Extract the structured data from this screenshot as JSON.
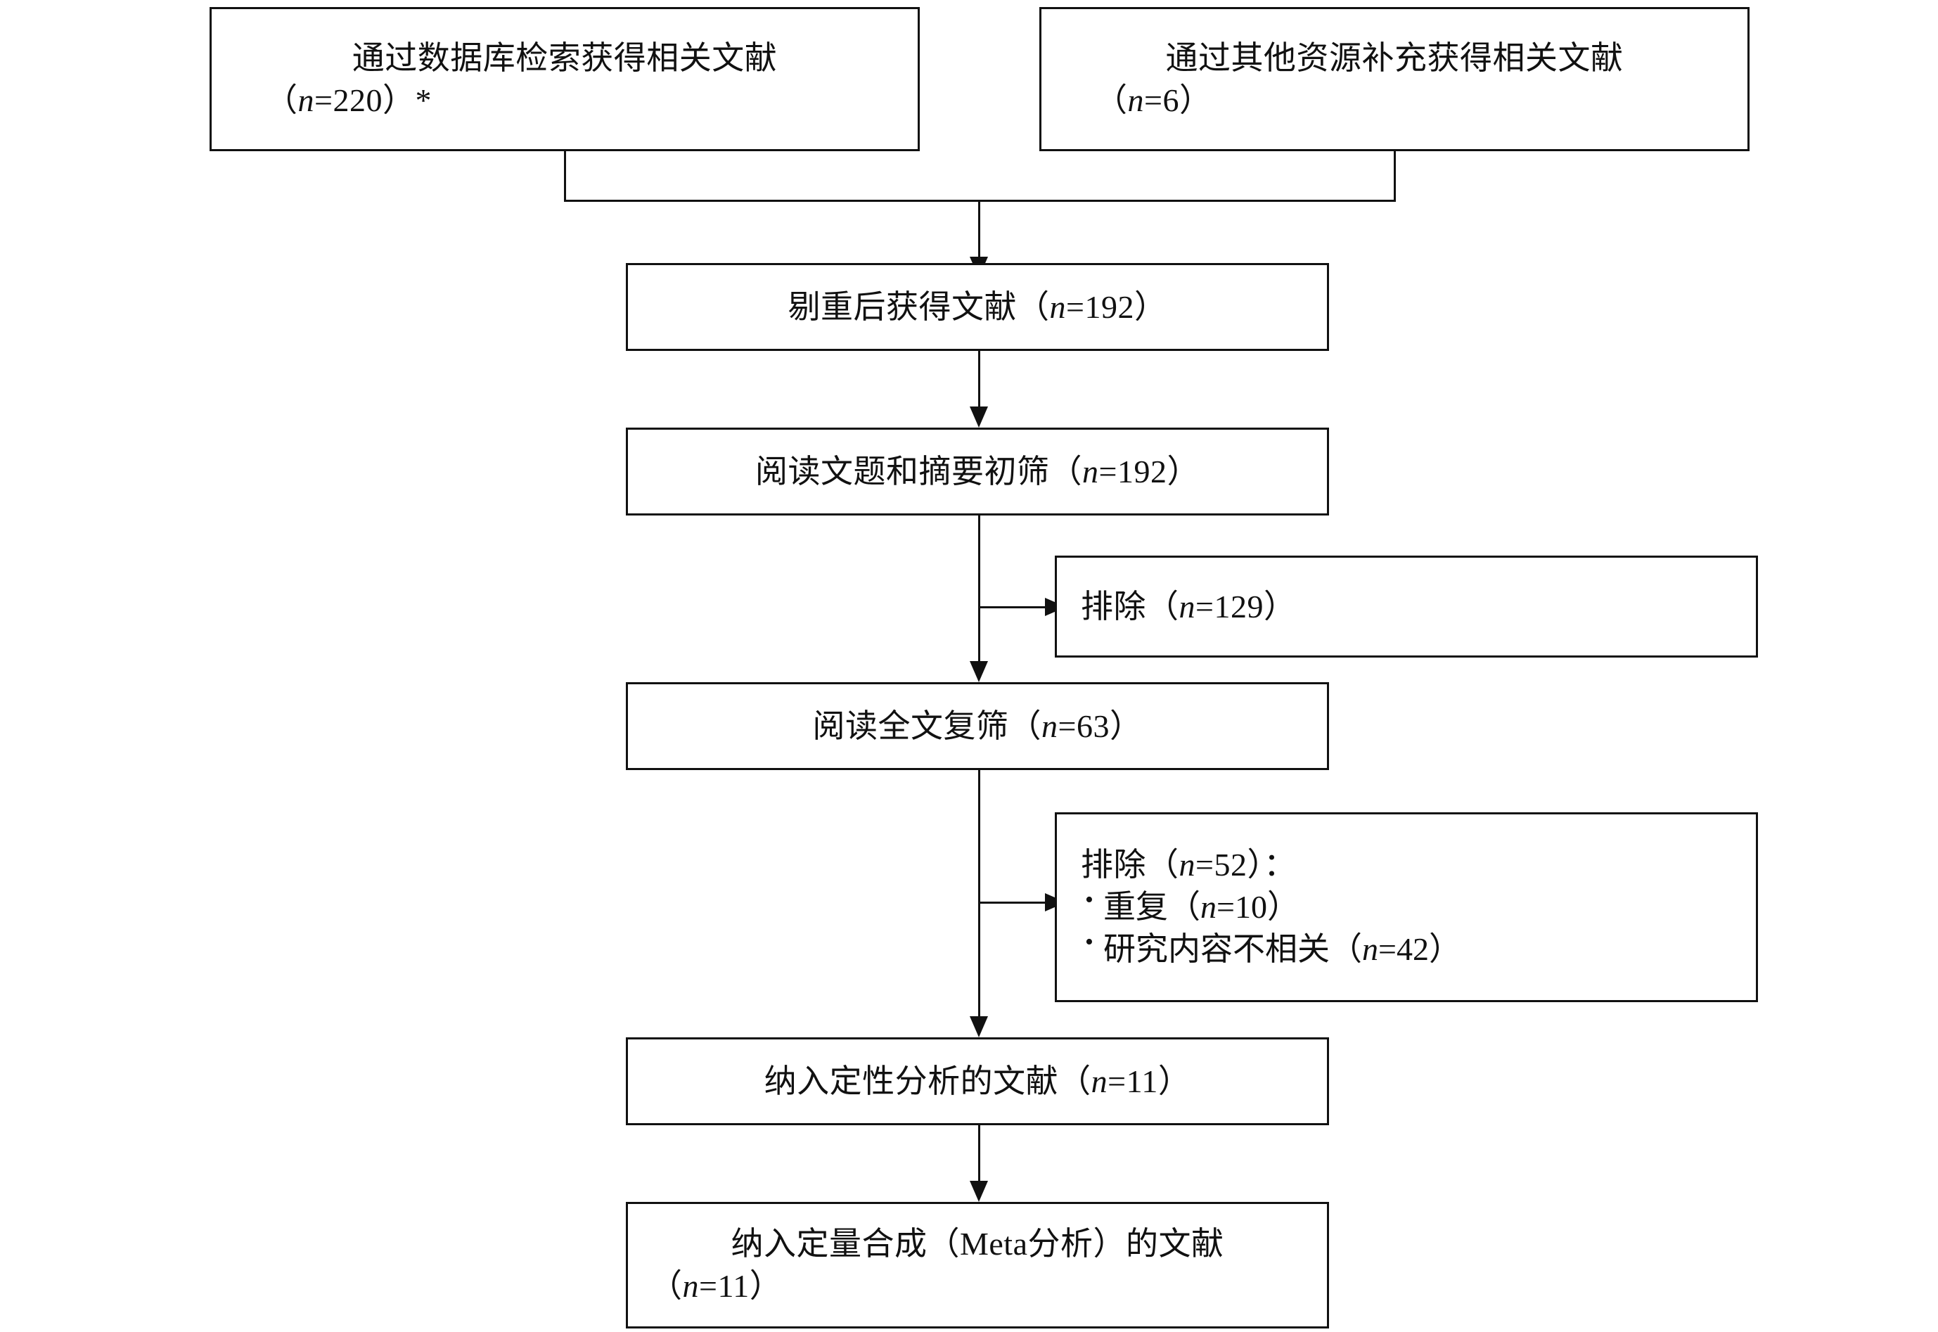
{
  "diagram": {
    "type": "prisma-flow-diagram",
    "language": "zh-CN",
    "ink_color": "#111111",
    "background_color": "#ffffff",
    "boxes": {
      "database_search": {
        "line1": "通过数据库检索获得相关文献",
        "line2": "（n=220）*",
        "n": 220,
        "note_marker": "*"
      },
      "other_sources": {
        "line1": "通过其他资源补充获得相关文献",
        "line2": "（n=6）",
        "n": 6
      },
      "after_dedup": {
        "line1": "剔重后获得文献（n=192）",
        "n": 192
      },
      "title_abstract_screen": {
        "line1": "阅读文题和摘要初筛（n=192）",
        "n": 192
      },
      "excluded_first": {
        "line1": "排除（n=129）",
        "n": 129
      },
      "fulltext_screen": {
        "line1": "阅读全文复筛（n=63）",
        "n": 63
      },
      "excluded_second": {
        "heading": "排除（n=52）：",
        "n": 52,
        "reasons": [
          {
            "label": "重复（n=10）",
            "n": 10
          },
          {
            "label": "研究内容不相关（n=42）",
            "n": 42
          }
        ]
      },
      "qualitative_included": {
        "line1": "纳入定性分析的文献（n=11）",
        "n": 11
      },
      "quantitative_included": {
        "line1": "纳入定量合成（Meta分析）的文献",
        "line2": "（n=11）",
        "n": 11
      }
    }
  }
}
